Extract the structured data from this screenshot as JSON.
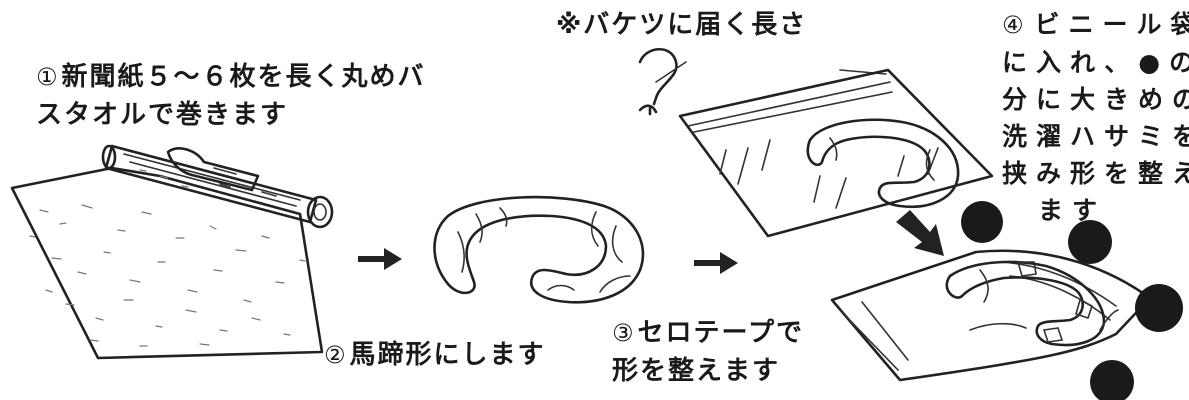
{
  "steps": [
    {
      "num": "①",
      "lines": [
        "新聞紙５～６枚を長く丸めバ",
        "スタオルで巻きます"
      ]
    },
    {
      "num": "②",
      "lines": [
        "馬蹄形にします"
      ]
    },
    {
      "num": "③",
      "lines": [
        "セロテープで",
        "形を整えます"
      ]
    },
    {
      "num": "④",
      "lines": [
        "ビニール袋",
        "に入れ、●の部",
        "分に大きめの",
        "洗濯ハサミを",
        "挟み形を整え",
        "ます"
      ]
    }
  ],
  "note": "※バケツに届く長さ",
  "question_mark": "?"
}
